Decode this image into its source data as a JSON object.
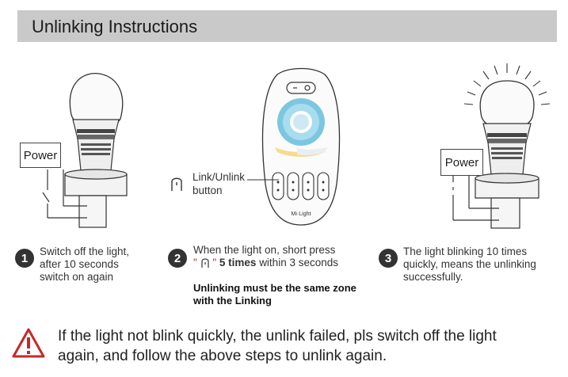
{
  "header": {
    "title": "Unlinking Instructions"
  },
  "diagram": {
    "power_label": "Power",
    "remote_brand": "Mi·Light",
    "link_button_label_1": "Link/Unlink",
    "link_button_label_2": "button"
  },
  "steps": [
    {
      "number": "1",
      "lines": [
        "Switch off the light,",
        "after 10 seconds",
        "switch on again"
      ]
    },
    {
      "number": "2",
      "line1": "When the light on, short press",
      "quote_open": "\"",
      "quote_close": "\"",
      "emph": "5 times",
      "line2_rest": "within 3 seconds",
      "note_lines": [
        "Unlinking must be the same zone",
        "with the Linking"
      ]
    },
    {
      "number": "3",
      "lines": [
        "The light blinking 10 times",
        "quickly, means the unlinking",
        "successfully."
      ]
    }
  ],
  "warning": {
    "line1": "If the light not blink quickly, the unlink failed, pls switch off the light",
    "line2": "again, and follow the above steps to unlink again."
  },
  "colors": {
    "header_bg": "#c9c9c9",
    "warning_red": "#c62828",
    "step_badge": "#333333"
  }
}
